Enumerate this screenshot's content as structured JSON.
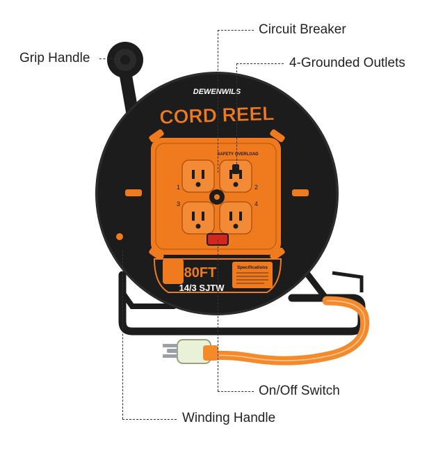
{
  "product": {
    "brand": "DEWENWILS",
    "title": "CORD REEL",
    "length": "80FT",
    "cable_type": "14/3 SJTW",
    "faceplate_label": "SAFETY OVERLOAD",
    "spec_title": "Specifications",
    "outlet_numbers": [
      "1",
      "2",
      "3",
      "4"
    ]
  },
  "callouts": {
    "circuit_breaker": "Circuit Breaker",
    "grip_handle": "Grip Handle",
    "outlets": "4-Grounded Outlets",
    "switch": "On/Off Switch",
    "winding_handle": "Winding Handle"
  },
  "colors": {
    "reel_body": "#1c1c1c",
    "accent_orange": "#f07a1e",
    "cord_orange": "#f58a2a",
    "background": "#ffffff"
  }
}
